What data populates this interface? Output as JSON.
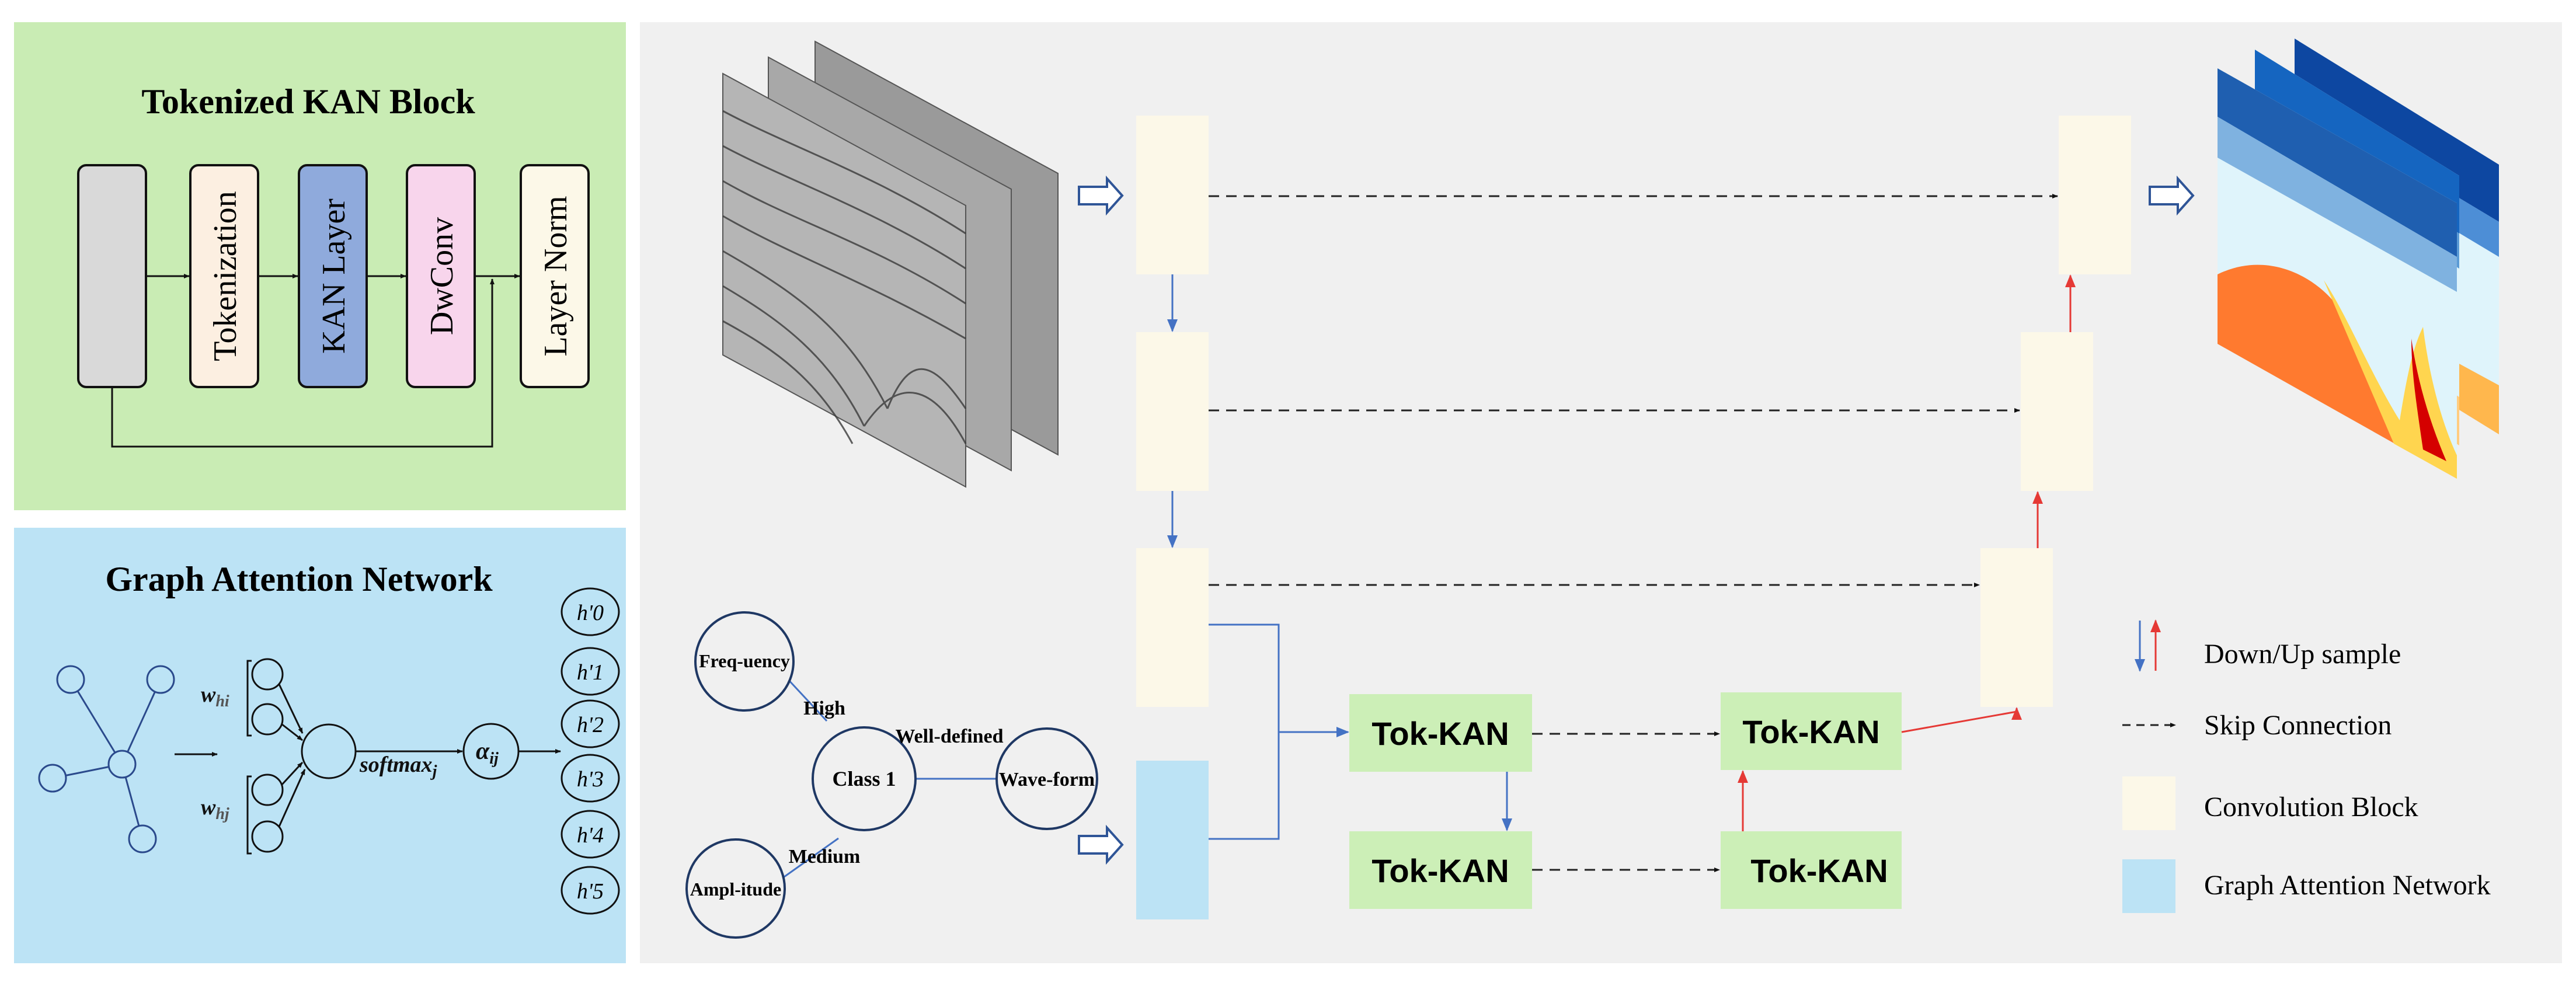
{
  "tokenized_kan": {
    "title": "Tokenized KAN Block",
    "blocks": [
      "Tokenization",
      "KAN Layer",
      "DwConv",
      "Layer Norm"
    ]
  },
  "gat": {
    "title": "Graph Attention Network",
    "w_i": "w",
    "w_i_sub": "hi",
    "w_j": "w",
    "w_j_sub": "hj",
    "softmax": "softmax",
    "softmax_sub": "j",
    "alpha": "α",
    "alpha_sub": "ij",
    "outputs": [
      "h'0",
      "h'1",
      "h'2",
      "h'3",
      "h'4",
      "h'5"
    ]
  },
  "graph": {
    "nodes": {
      "frequency": "Freq-uency",
      "class": "Class 1",
      "waveform": "Wave-form",
      "amplitude": "Ampl-itude"
    },
    "edges": {
      "high": "High",
      "well_defined": "Well-defined",
      "medium": "Medium"
    }
  },
  "tok_kan_label": "Tok-KAN",
  "legend": {
    "down_up": "Down/Up sample",
    "skip": "Skip Connection",
    "conv": "Convolution Block",
    "gat": "Graph Attention Network"
  },
  "colors": {
    "green_panel": "#c9ecb4",
    "blue_panel": "#bce3f5",
    "main_panel": "#f0f0f0",
    "conv_block": "#fcf8e8",
    "gat_block": "#bce3f5",
    "tokkan_block": "#ccefb7",
    "down_arrow": "#4472c4",
    "up_arrow": "#e53935",
    "kan_layer": "#8faadc",
    "dwconv": "#f8d5ec",
    "tokenization": "#fcefe1",
    "input_block": "#d9d9d9"
  }
}
